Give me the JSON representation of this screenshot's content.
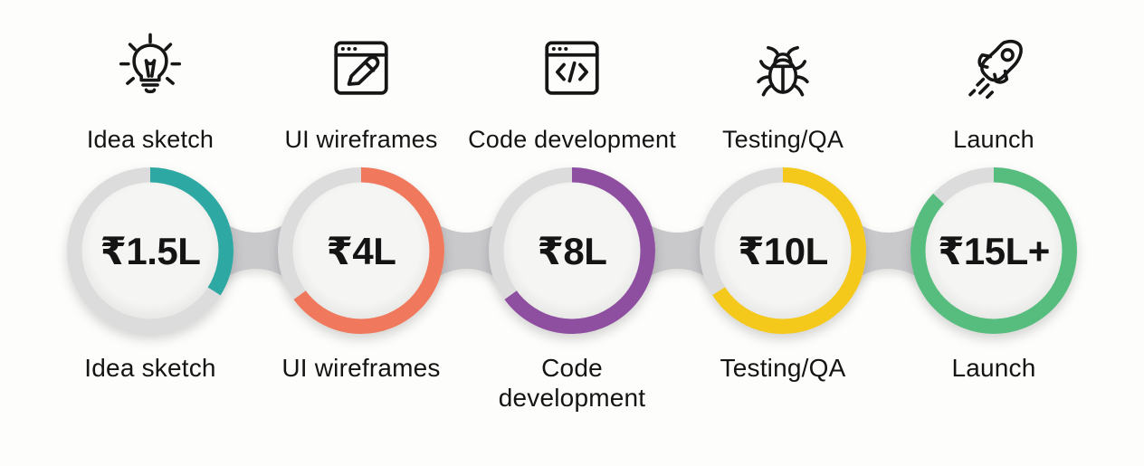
{
  "stages": [
    {
      "id": "idea-sketch",
      "icon": "lightbulb-icon",
      "top_label": "Idea sketch",
      "bottom_label": "Idea sketch",
      "value": "₹1.5L",
      "ring_color": "#2ea8a2",
      "progress": 0.34
    },
    {
      "id": "ui-wireframes",
      "icon": "browser-pencil-icon",
      "top_label": "UI wireframes",
      "bottom_label": "UI wireframes",
      "value": "₹4L",
      "ring_color": "#f0785c",
      "progress": 0.65
    },
    {
      "id": "code-development",
      "icon": "browser-code-icon",
      "top_label": "Code development",
      "bottom_label": "Code development",
      "value": "₹8L",
      "ring_color": "#8f4fa1",
      "progress": 0.65
    },
    {
      "id": "testing-qa",
      "icon": "bug-icon",
      "top_label": "Testing/QA",
      "bottom_label": "Testing/QA",
      "value": "₹10L",
      "ring_color": "#f4c91c",
      "progress": 0.66
    },
    {
      "id": "launch",
      "icon": "rocket-icon",
      "top_label": "Launch",
      "bottom_label": "Launch",
      "value": "₹15L+",
      "ring_color": "#57bd7e",
      "progress": 0.87
    }
  ],
  "ring": {
    "track_color": "#dcdcdc",
    "inner_disc_color": "#f5f5f3"
  },
  "connector_color": "#c9c9cc",
  "text_color": "#141414",
  "background_color": "#fdfdfb"
}
